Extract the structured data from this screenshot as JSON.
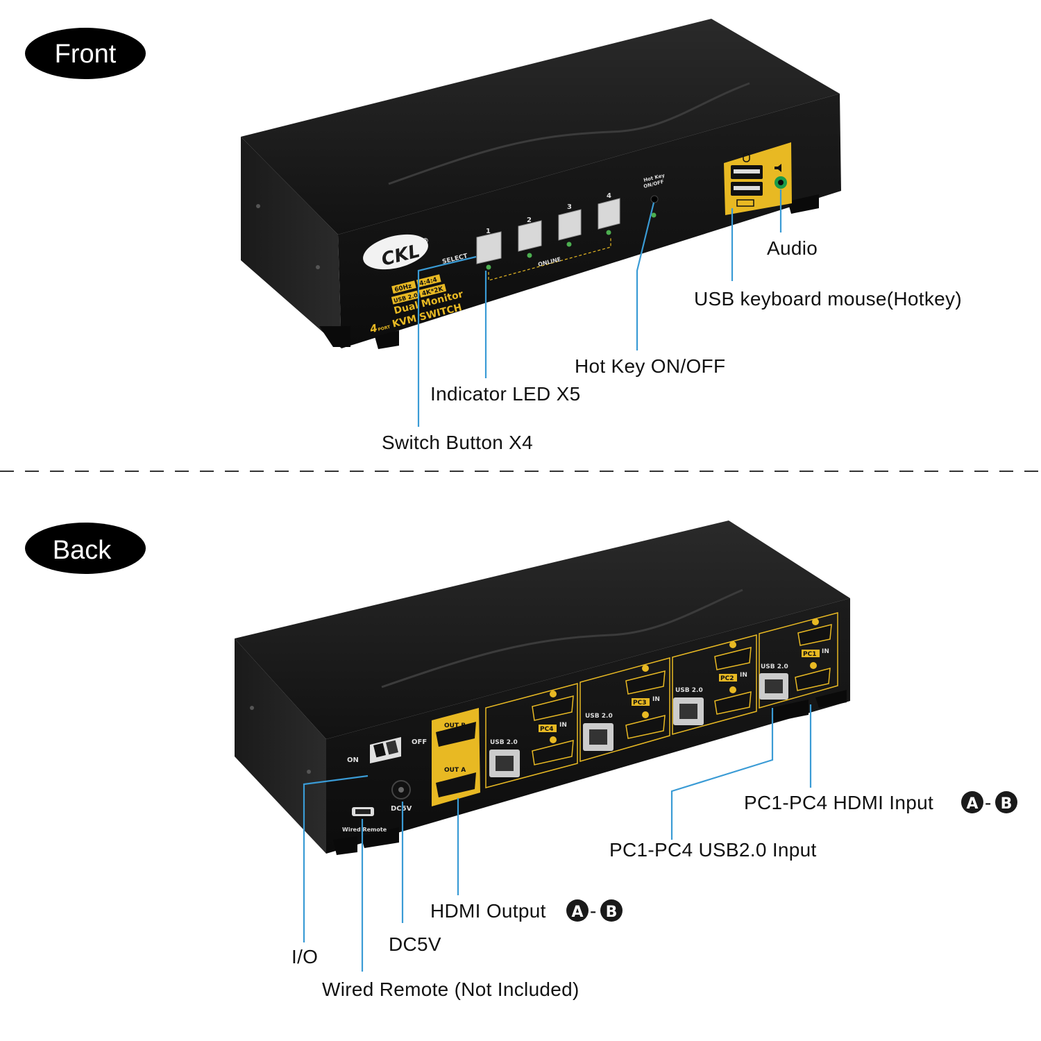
{
  "sections": {
    "front_title": "Front",
    "back_title": "Back"
  },
  "device_front": {
    "brand": "CKL",
    "brand_mark": "®",
    "select_text": "SELECT",
    "online_text": "ONLINE",
    "spec_line1a": "60Hz",
    "spec_line1b": "4:4:4",
    "spec_line2a": "USB 2.0",
    "spec_line2b": "4K*2K",
    "spec_line3": "Dual Monitor",
    "spec_line4_num": "4",
    "spec_line4_port": "PORT",
    "spec_line4": "KVM SWITCH",
    "button_numbers": [
      "1",
      "2",
      "3",
      "4"
    ],
    "hotkey_text_1": "Hot Key",
    "hotkey_text_2": "ON/OFF"
  },
  "device_back": {
    "on_text": "ON",
    "off_text": "OFF",
    "dc_text": "DC5V",
    "remote_text": "Wired Remote",
    "out_b": "OUT B",
    "out_a": "OUT A",
    "usb_text": "USB 2.0",
    "pc_labels": [
      "PC4",
      "PC3",
      "PC2",
      "PC1"
    ],
    "in_text": "IN",
    "port_a": "A",
    "port_b": "B"
  },
  "callouts": {
    "audio": "Audio",
    "usb_keyboard_mouse": "USB keyboard mouse(Hotkey)",
    "hot_key": "Hot Key ON/OFF",
    "indicator_led": "Indicator LED X5",
    "switch_button": "Switch Button X4",
    "hdmi_input": "PC1-PC4 HDMI Input",
    "usb_input": "PC1-PC4 USB2.0 Input",
    "hdmi_output": "HDMI Output",
    "dc5v": "DC5V",
    "io": "I/O",
    "wired_remote": "Wired Remote (Not Included)",
    "range_a": "A",
    "range_dash": "-",
    "range_b": "B"
  },
  "colors": {
    "callout_line": "#3a9bd5",
    "gold": "#e8b923",
    "device_body": "#1a1a1a"
  }
}
